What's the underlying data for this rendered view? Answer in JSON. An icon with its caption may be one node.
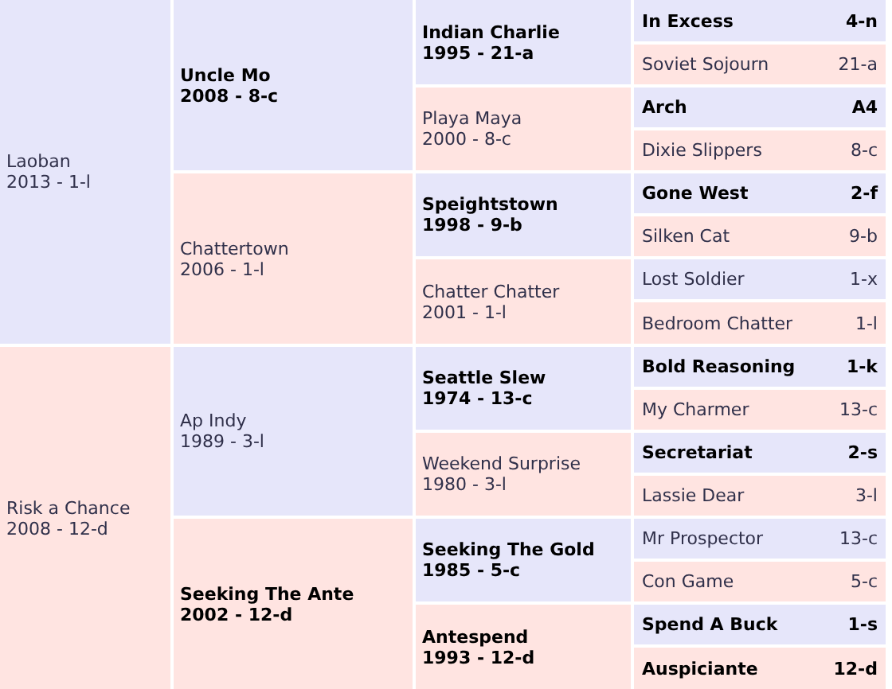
{
  "diagram": {
    "nodes": [
      {
        "text": [
          "Laoban",
          "2013 - 1-l"
        ]
      },
      {
        "text": [
          "Uncle Mo",
          "2008 - 8-c"
        ]
      },
      {
        "text": [
          "Indian Charlie",
          "1995 - 21-a"
        ]
      },
      {
        "text": [
          "In Excess",
          "4-n"
        ]
      },
      {
        "text": [
          "Soviet Sojourn",
          "21-a"
        ]
      },
      {
        "text": [
          "Playa Maya",
          "2000 - 8-c"
        ]
      },
      {
        "text": [
          "Arch",
          "A4"
        ]
      },
      {
        "text": [
          "Dixie Slippers",
          "8-c"
        ]
      },
      {
        "text": [
          "Chattertown",
          "2006 - 1-l"
        ]
      },
      {
        "text": [
          "Speightstown",
          "1998 - 9-b"
        ]
      },
      {
        "text": [
          "Gone West",
          "2-f"
        ]
      },
      {
        "text": [
          "Silken Cat",
          "9-b"
        ]
      },
      {
        "text": [
          "Chatter Chatter",
          "2001 - 1-l"
        ]
      },
      {
        "text": [
          "Lost Soldier",
          "1-x"
        ]
      },
      {
        "text": [
          "Bedroom Chatter",
          "1-l"
        ]
      },
      {
        "text": [
          "Risk a Chance",
          "2008 - 12-d"
        ]
      },
      {
        "text": [
          "Ap Indy",
          "1989 - 3-l"
        ]
      },
      {
        "text": [
          "Seattle Slew",
          "1974 - 13-c"
        ]
      },
      {
        "text": [
          "Bold Reasoning",
          "1-k"
        ]
      },
      {
        "text": [
          "My Charmer",
          "13-c"
        ]
      },
      {
        "text": [
          "Weekend Surprise",
          "1980 - 3-l"
        ]
      },
      {
        "text": [
          "Secretariat",
          "2-s"
        ]
      },
      {
        "text": [
          "Lassie Dear",
          "3-l"
        ]
      },
      {
        "text": [
          "Seeking The Ante",
          "2002 - 12-d"
        ]
      },
      {
        "text": [
          "Seeking The Gold",
          "1985 - 5-c"
        ]
      },
      {
        "text": [
          "Mr Prospector",
          "13-c"
        ]
      },
      {
        "text": [
          "Con Game",
          "5-c"
        ]
      },
      {
        "text": [
          "Antespend",
          "1993 - 12-d"
        ]
      },
      {
        "text": [
          "Spend A Buck",
          "1-s"
        ]
      },
      {
        "text": [
          "Auspiciante",
          "12-d"
        ]
      }
    ]
  }
}
